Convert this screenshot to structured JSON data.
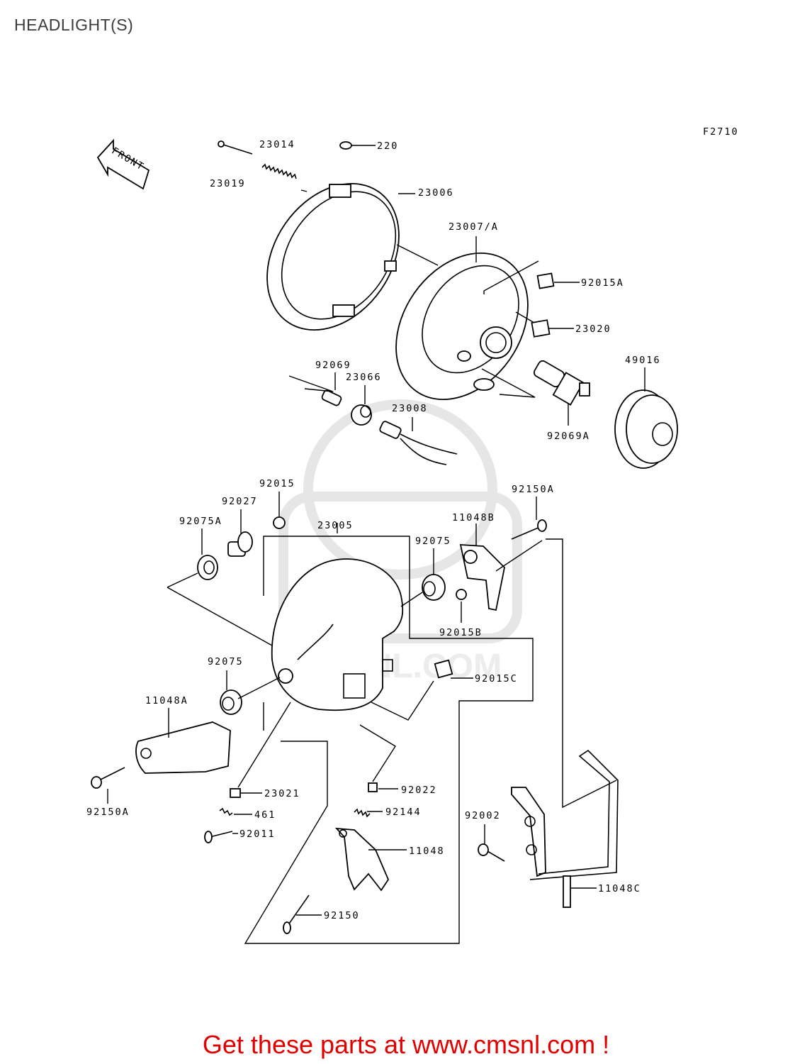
{
  "title": "HEADLIGHT(S)",
  "figure_code": "F2710",
  "front_label": "FRONT",
  "watermark_text": "CMSNL.COM",
  "banner": "Get these parts at www.cmsnl.com !",
  "colors": {
    "banner": "#e00000",
    "ink": "#000000",
    "watermark": "#e6e6e6"
  },
  "labels": {
    "p23014": "23014",
    "p23019": "23019",
    "p220": "220",
    "p23006": "23006",
    "p23007A": "23007/A",
    "p92015A": "92015A",
    "p23020": "23020",
    "p49016": "49016",
    "p92069A": "92069A",
    "p92069": "92069",
    "p23066": "23066",
    "p23008": "23008",
    "p92015": "92015",
    "p92027": "92027",
    "p92075A": "92075A",
    "p23005": "23005",
    "p92150A_top": "92150A",
    "p11048B": "11048B",
    "p92075_right": "92075",
    "p92015B": "92015B",
    "p92075_left": "92075",
    "p92015C": "92015C",
    "p11048A": "11048A",
    "p92150A_left": "92150A",
    "p23021": "23021",
    "p461": "461",
    "p92011": "92011",
    "p92022": "92022",
    "p92144": "92144",
    "p11048": "11048",
    "p92150": "92150",
    "p92002": "92002",
    "p11048C": "11048C"
  }
}
